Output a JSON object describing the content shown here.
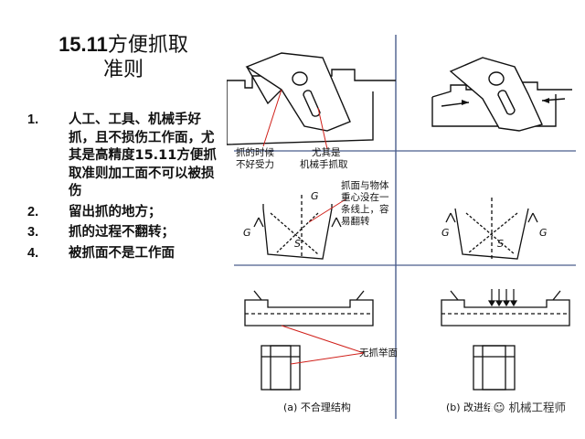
{
  "title": {
    "line1_number": "15.11",
    "line1_text": "方便抓取",
    "line2": "准则"
  },
  "list": [
    {
      "index": "1.",
      "text": "人工、工具、机械手好抓，且不损伤工作面，尤其是高精度15.11方便抓取准则加工面不可以被损伤"
    },
    {
      "index": "2.",
      "text": "留出抓的地方；"
    },
    {
      "index": "3.",
      "text": "抓的过程不翻转；"
    },
    {
      "index": "4.",
      "text": "被抓面不是工作面"
    }
  ],
  "figure": {
    "ann_top_left": [
      "抓的时候",
      "不好受力"
    ],
    "ann_top_right": [
      "尤其是",
      "机械手抓取"
    ],
    "ann_mid": [
      "抓面与物体",
      "重心没在一",
      "条线上，容",
      "易翻转"
    ],
    "ann_bottom": "无抓举面",
    "label_G": "G",
    "label_S": "S",
    "caption_a": "(a) 不合理结构",
    "caption_b": "(b) 改进结构"
  },
  "watermark": "机械工程师"
}
